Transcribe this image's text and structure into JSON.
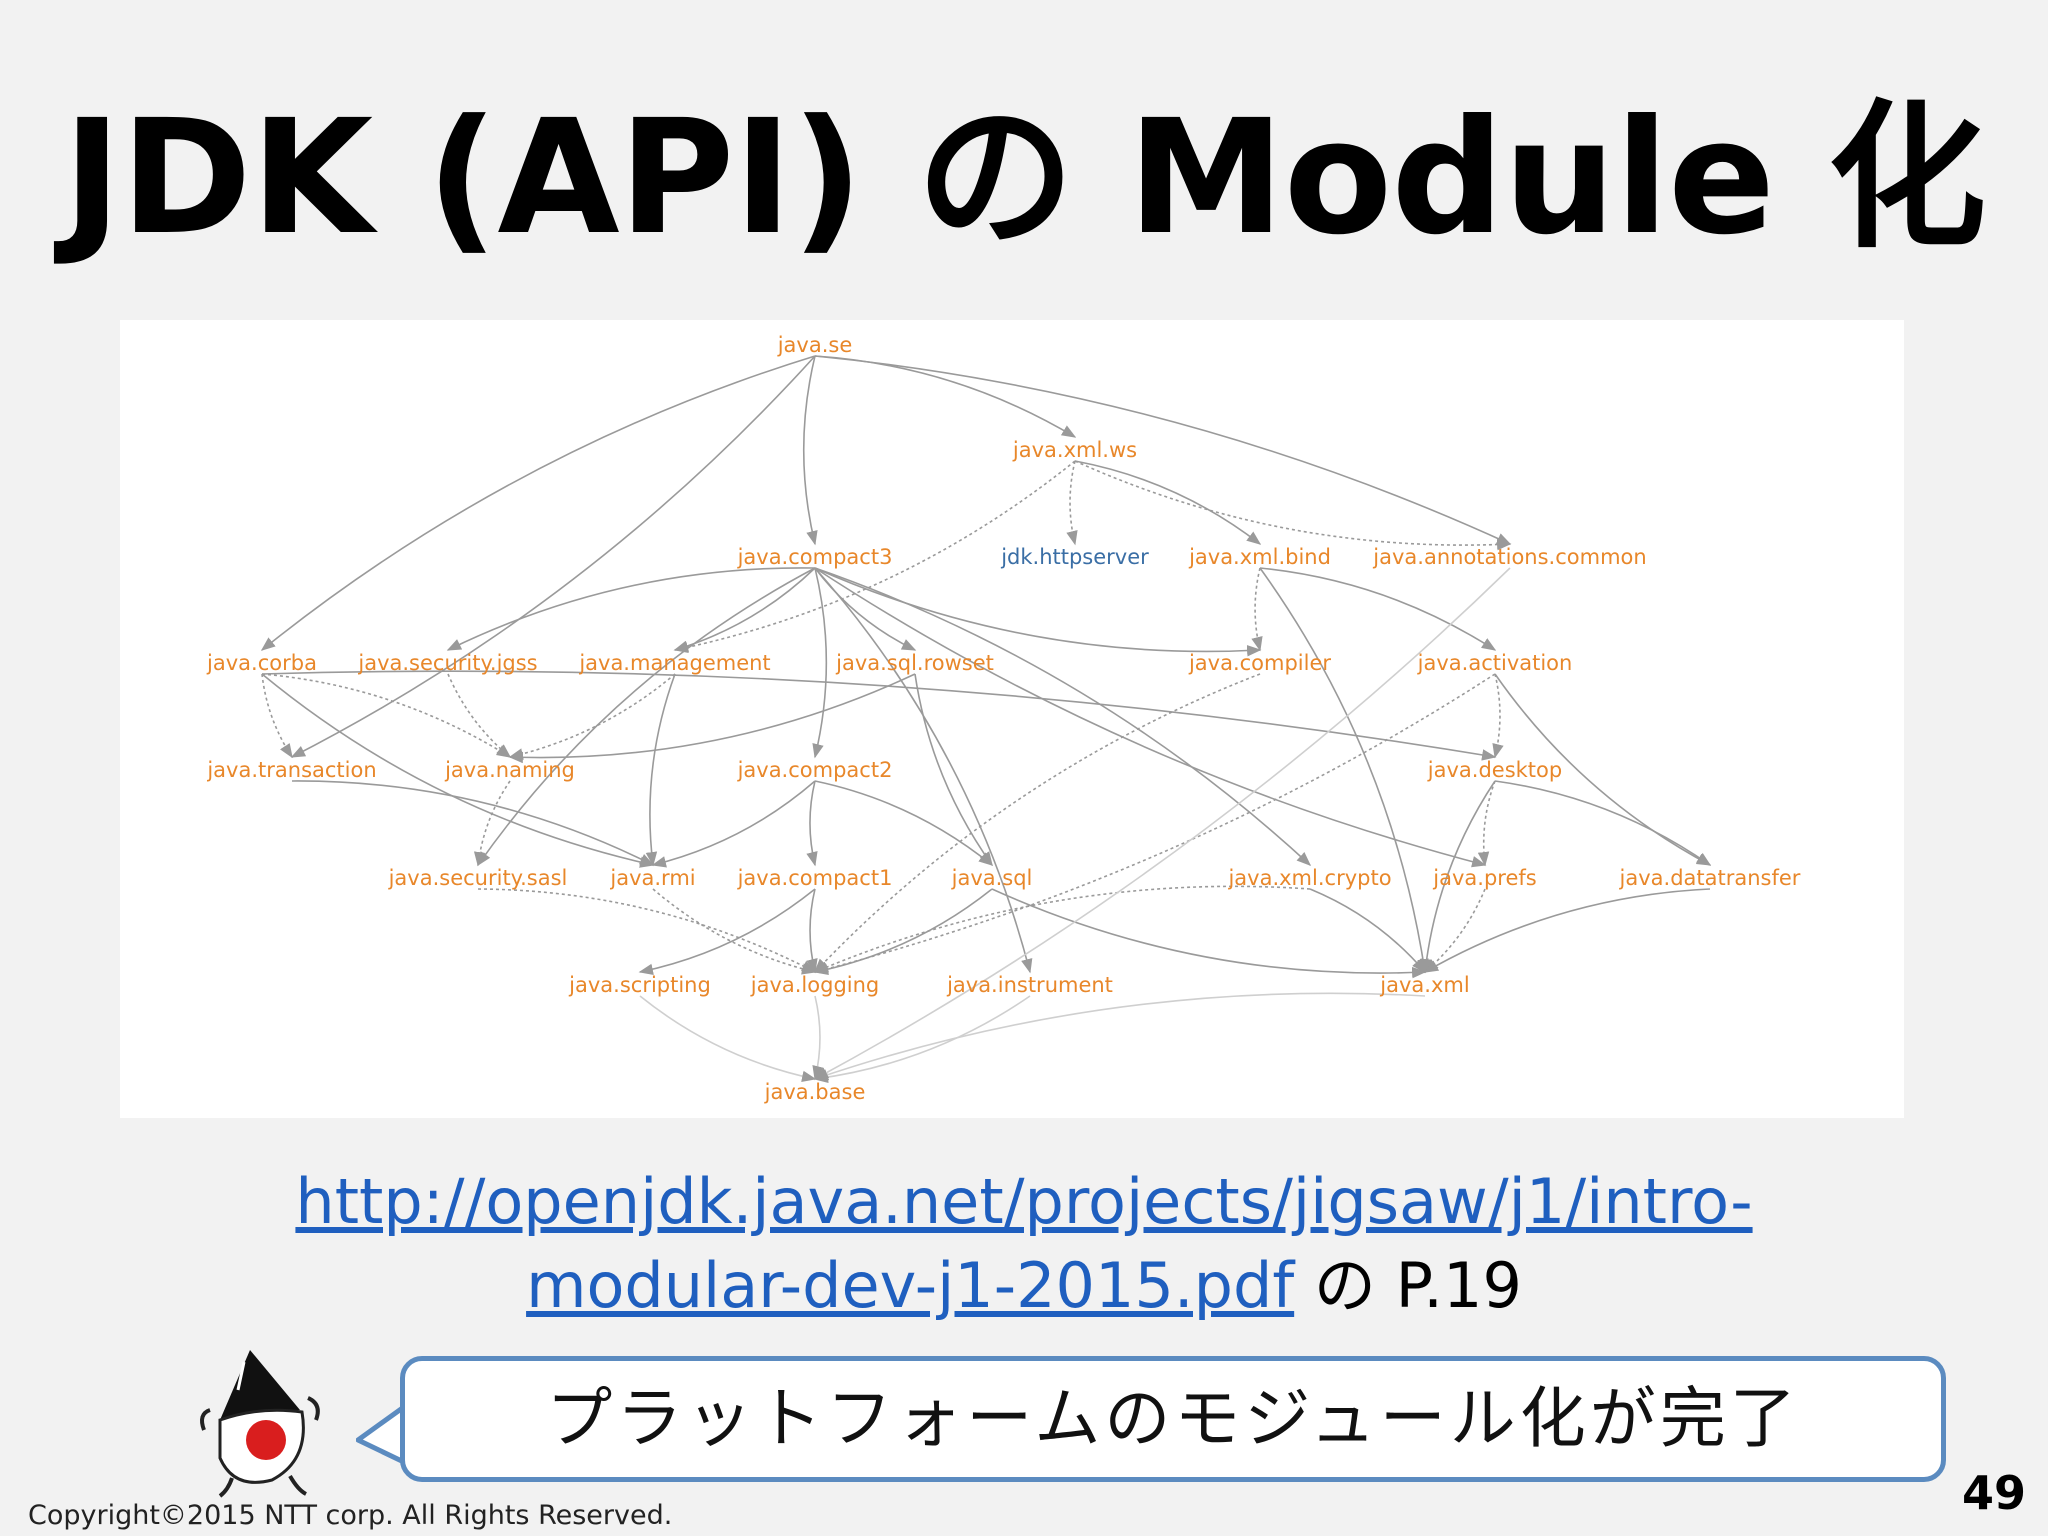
{
  "slide": {
    "title": "JDK (API) の Module 化",
    "link_line1": "http://openjdk.java.net/projects/jigsaw/j1/intro-",
    "link_line2": "modular-dev-j1-2015.pdf",
    "caption_suffix": " の P.19",
    "bubble_text": "プラットフォームのモジュール化が完了",
    "copyright": "Copyright©2015  NTT corp. All Rights Reserved.",
    "page_number": "49"
  },
  "colors": {
    "module": "#e8872a",
    "jdk_module": "#3a6ea5",
    "edge": "#9a9a9a",
    "link": "#1f5fbf",
    "bubble_border": "#5b8bc0"
  },
  "diagram": {
    "nodes": [
      {
        "id": "se",
        "label": "java.se",
        "kind": "java"
      },
      {
        "id": "xmlws",
        "label": "java.xml.ws",
        "kind": "java"
      },
      {
        "id": "compact3",
        "label": "java.compact3",
        "kind": "java"
      },
      {
        "id": "httpserver",
        "label": "jdk.httpserver",
        "kind": "jdk"
      },
      {
        "id": "xmlbind",
        "label": "java.xml.bind",
        "kind": "java"
      },
      {
        "id": "annotations",
        "label": "java.annotations.common",
        "kind": "java"
      },
      {
        "id": "corba",
        "label": "java.corba",
        "kind": "java"
      },
      {
        "id": "jgss",
        "label": "java.security.jgss",
        "kind": "java"
      },
      {
        "id": "management",
        "label": "java.management",
        "kind": "java"
      },
      {
        "id": "rowset",
        "label": "java.sql.rowset",
        "kind": "java"
      },
      {
        "id": "compiler",
        "label": "java.compiler",
        "kind": "java"
      },
      {
        "id": "activation",
        "label": "java.activation",
        "kind": "java"
      },
      {
        "id": "transaction",
        "label": "java.transaction",
        "kind": "java"
      },
      {
        "id": "naming",
        "label": "java.naming",
        "kind": "java"
      },
      {
        "id": "compact2",
        "label": "java.compact2",
        "kind": "java"
      },
      {
        "id": "desktop",
        "label": "java.desktop",
        "kind": "java"
      },
      {
        "id": "sasl",
        "label": "java.security.sasl",
        "kind": "java"
      },
      {
        "id": "rmi",
        "label": "java.rmi",
        "kind": "java"
      },
      {
        "id": "compact1",
        "label": "java.compact1",
        "kind": "java"
      },
      {
        "id": "sql",
        "label": "java.sql",
        "kind": "java"
      },
      {
        "id": "xmlcrypto",
        "label": "java.xml.crypto",
        "kind": "java"
      },
      {
        "id": "prefs",
        "label": "java.prefs",
        "kind": "java"
      },
      {
        "id": "datatransfer",
        "label": "java.datatransfer",
        "kind": "java"
      },
      {
        "id": "scripting",
        "label": "java.scripting",
        "kind": "java"
      },
      {
        "id": "logging",
        "label": "java.logging",
        "kind": "java"
      },
      {
        "id": "instrument",
        "label": "java.instrument",
        "kind": "java"
      },
      {
        "id": "xml",
        "label": "java.xml",
        "kind": "java"
      },
      {
        "id": "base",
        "label": "java.base",
        "kind": "java"
      }
    ],
    "edges": [
      {
        "from": "se",
        "to": "xmlws",
        "style": "solid"
      },
      {
        "from": "se",
        "to": "compact3",
        "style": "solid"
      },
      {
        "from": "se",
        "to": "annotations",
        "style": "solid"
      },
      {
        "from": "se",
        "to": "corba",
        "style": "solid"
      },
      {
        "from": "se",
        "to": "transaction",
        "style": "solid"
      },
      {
        "from": "xmlws",
        "to": "httpserver",
        "style": "dashed"
      },
      {
        "from": "xmlws",
        "to": "xmlbind",
        "style": "solid"
      },
      {
        "from": "xmlws",
        "to": "annotations",
        "style": "dashed"
      },
      {
        "from": "xmlws",
        "to": "management",
        "style": "dashed"
      },
      {
        "from": "compact3",
        "to": "jgss",
        "style": "solid"
      },
      {
        "from": "compact3",
        "to": "management",
        "style": "solid"
      },
      {
        "from": "compact3",
        "to": "rowset",
        "style": "solid"
      },
      {
        "from": "compact3",
        "to": "compact2",
        "style": "solid"
      },
      {
        "from": "compact3",
        "to": "compiler",
        "style": "solid"
      },
      {
        "from": "compact3",
        "to": "xmlcrypto",
        "style": "solid"
      },
      {
        "from": "compact3",
        "to": "prefs",
        "style": "solid"
      },
      {
        "from": "compact3",
        "to": "instrument",
        "style": "solid"
      },
      {
        "from": "compact3",
        "to": "sasl",
        "style": "solid"
      },
      {
        "from": "xmlbind",
        "to": "activation",
        "style": "solid"
      },
      {
        "from": "xmlbind",
        "to": "compiler",
        "style": "dashed"
      },
      {
        "from": "xmlbind",
        "to": "xml",
        "style": "solid"
      },
      {
        "from": "corba",
        "to": "transaction",
        "style": "dashed"
      },
      {
        "from": "corba",
        "to": "naming",
        "style": "dashed"
      },
      {
        "from": "corba",
        "to": "rmi",
        "style": "solid"
      },
      {
        "from": "corba",
        "to": "desktop",
        "style": "solid"
      },
      {
        "from": "jgss",
        "to": "naming",
        "style": "dashed"
      },
      {
        "from": "management",
        "to": "naming",
        "style": "dashed"
      },
      {
        "from": "management",
        "to": "rmi",
        "style": "solid"
      },
      {
        "from": "rowset",
        "to": "naming",
        "style": "solid"
      },
      {
        "from": "rowset",
        "to": "sql",
        "style": "solid"
      },
      {
        "from": "activation",
        "to": "desktop",
        "style": "dashed"
      },
      {
        "from": "activation",
        "to": "datatransfer",
        "style": "solid"
      },
      {
        "from": "activation",
        "to": "logging",
        "style": "dashed"
      },
      {
        "from": "compiler",
        "to": "logging",
        "style": "dashed"
      },
      {
        "from": "transaction",
        "to": "rmi",
        "style": "solid"
      },
      {
        "from": "naming",
        "to": "sasl",
        "style": "dashed"
      },
      {
        "from": "compact2",
        "to": "rmi",
        "style": "solid"
      },
      {
        "from": "compact2",
        "to": "compact1",
        "style": "solid"
      },
      {
        "from": "compact2",
        "to": "sql",
        "style": "solid"
      },
      {
        "from": "desktop",
        "to": "prefs",
        "style": "dashed"
      },
      {
        "from": "desktop",
        "to": "datatransfer",
        "style": "solid"
      },
      {
        "from": "desktop",
        "to": "xml",
        "style": "solid"
      },
      {
        "from": "sasl",
        "to": "logging",
        "style": "dashed"
      },
      {
        "from": "rmi",
        "to": "logging",
        "style": "dashed"
      },
      {
        "from": "compact1",
        "to": "scripting",
        "style": "solid"
      },
      {
        "from": "compact1",
        "to": "logging",
        "style": "solid"
      },
      {
        "from": "sql",
        "to": "logging",
        "style": "solid"
      },
      {
        "from": "sql",
        "to": "xml",
        "style": "solid"
      },
      {
        "from": "xmlcrypto",
        "to": "xml",
        "style": "solid"
      },
      {
        "from": "xmlcrypto",
        "to": "logging",
        "style": "dashed"
      },
      {
        "from": "prefs",
        "to": "xml",
        "style": "dashed"
      },
      {
        "from": "datatransfer",
        "to": "xml",
        "style": "solid"
      },
      {
        "from": "logging",
        "to": "base",
        "style": "faint"
      },
      {
        "from": "scripting",
        "to": "base",
        "style": "faint"
      },
      {
        "from": "instrument",
        "to": "base",
        "style": "faint"
      },
      {
        "from": "xml",
        "to": "base",
        "style": "faint"
      },
      {
        "from": "annotations",
        "to": "base",
        "style": "faint"
      }
    ]
  }
}
